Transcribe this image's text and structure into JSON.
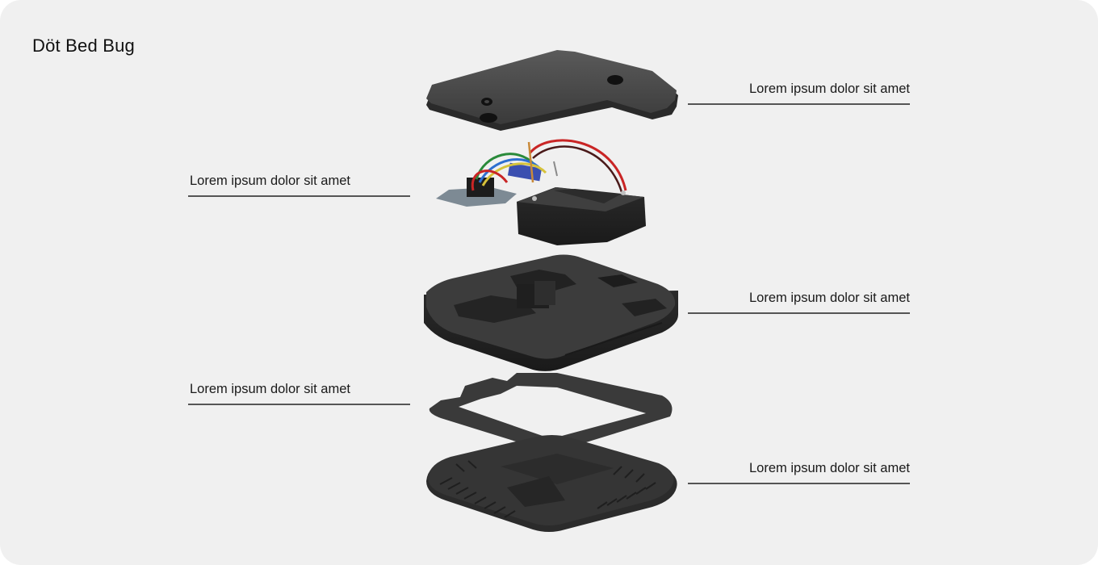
{
  "title": "Döt Bed Bug",
  "colors": {
    "background": "#f0f0f0",
    "part_dark": "#3a3a3a",
    "part_mid": "#2b2b2b",
    "leader_line": "#555555"
  },
  "callouts": [
    {
      "label": "Lorem ipsum dolor sit amet"
    },
    {
      "label": "Lorem ipsum dolor sit amet"
    },
    {
      "label": "Lorem ipsum dolor sit amet"
    },
    {
      "label": "Lorem ipsum dolor sit amet"
    },
    {
      "label": "Lorem ipsum dolor sit amet"
    }
  ],
  "parts": [
    {
      "icon": "top-lid-plate-icon"
    },
    {
      "icon": "circuit-board-battery-icon"
    },
    {
      "icon": "main-housing-icon"
    },
    {
      "icon": "gasket-frame-icon"
    },
    {
      "icon": "base-plate-icon"
    }
  ]
}
